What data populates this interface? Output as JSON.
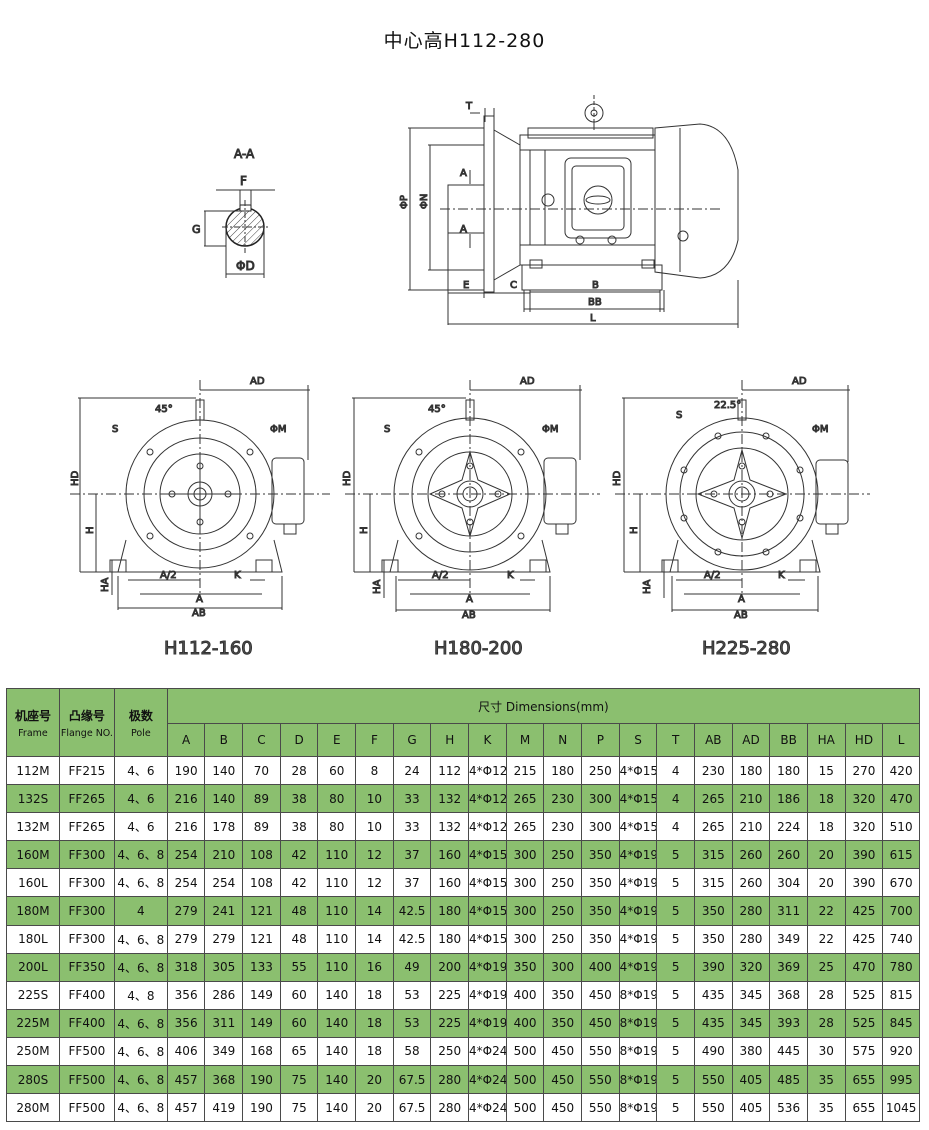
{
  "title": "中心高H112-280",
  "drawing_labels": {
    "section": "A-A",
    "f": "F",
    "g": "G",
    "d": "ΦD",
    "t": "T",
    "p": "ΦP",
    "n": "ΦN",
    "a": "A",
    "e": "E",
    "c": "C",
    "b": "B",
    "bb": "BB",
    "l": "L",
    "ad": "AD",
    "hd": "HD",
    "h": "H",
    "ha": "HA",
    "half_a": "A/2",
    "k": "K",
    "ab": "AB",
    "m": "ΦM",
    "s": "S",
    "angle45": "45°",
    "angle22": "22.5°"
  },
  "figures": [
    {
      "caption": "H112-160"
    },
    {
      "caption": "H180-200"
    },
    {
      "caption": "H225-280"
    }
  ],
  "table": {
    "header": {
      "frame_cn": "机座号",
      "frame_en": "Frame",
      "flange_cn": "凸缘号",
      "flange_en": "Flange NO.",
      "pole_cn": "极数",
      "pole_en": "Pole",
      "dimensions": "尺寸 Dimensions(mm)"
    },
    "columns": [
      "A",
      "B",
      "C",
      "D",
      "E",
      "F",
      "G",
      "H",
      "K",
      "M",
      "N",
      "P",
      "S",
      "T",
      "AB",
      "AD",
      "BB",
      "HA",
      "HD",
      "L"
    ],
    "rows": [
      [
        "112M",
        "FF215",
        "4、6",
        "190",
        "140",
        "70",
        "28",
        "60",
        "8",
        "24",
        "112",
        "4*Φ12",
        "215",
        "180",
        "250",
        "4*Φ15",
        "4",
        "230",
        "180",
        "180",
        "15",
        "270",
        "420"
      ],
      [
        "132S",
        "FF265",
        "4、6",
        "216",
        "140",
        "89",
        "38",
        "80",
        "10",
        "33",
        "132",
        "4*Φ12",
        "265",
        "230",
        "300",
        "4*Φ15",
        "4",
        "265",
        "210",
        "186",
        "18",
        "320",
        "470"
      ],
      [
        "132M",
        "FF265",
        "4、6",
        "216",
        "178",
        "89",
        "38",
        "80",
        "10",
        "33",
        "132",
        "4*Φ12",
        "265",
        "230",
        "300",
        "4*Φ15",
        "4",
        "265",
        "210",
        "224",
        "18",
        "320",
        "510"
      ],
      [
        "160M",
        "FF300",
        "4、6、8",
        "254",
        "210",
        "108",
        "42",
        "110",
        "12",
        "37",
        "160",
        "4*Φ15",
        "300",
        "250",
        "350",
        "4*Φ19",
        "5",
        "315",
        "260",
        "260",
        "20",
        "390",
        "615"
      ],
      [
        "160L",
        "FF300",
        "4、6、8",
        "254",
        "254",
        "108",
        "42",
        "110",
        "12",
        "37",
        "160",
        "4*Φ15",
        "300",
        "250",
        "350",
        "4*Φ19",
        "5",
        "315",
        "260",
        "304",
        "20",
        "390",
        "670"
      ],
      [
        "180M",
        "FF300",
        "4",
        "279",
        "241",
        "121",
        "48",
        "110",
        "14",
        "42.5",
        "180",
        "4*Φ15",
        "300",
        "250",
        "350",
        "4*Φ19",
        "5",
        "350",
        "280",
        "311",
        "22",
        "425",
        "700"
      ],
      [
        "180L",
        "FF300",
        "4、6、8",
        "279",
        "279",
        "121",
        "48",
        "110",
        "14",
        "42.5",
        "180",
        "4*Φ15",
        "300",
        "250",
        "350",
        "4*Φ19",
        "5",
        "350",
        "280",
        "349",
        "22",
        "425",
        "740"
      ],
      [
        "200L",
        "FF350",
        "4、6、8",
        "318",
        "305",
        "133",
        "55",
        "110",
        "16",
        "49",
        "200",
        "4*Φ19",
        "350",
        "300",
        "400",
        "4*Φ19",
        "5",
        "390",
        "320",
        "369",
        "25",
        "470",
        "780"
      ],
      [
        "225S",
        "FF400",
        "4、8",
        "356",
        "286",
        "149",
        "60",
        "140",
        "18",
        "53",
        "225",
        "4*Φ19",
        "400",
        "350",
        "450",
        "8*Φ19",
        "5",
        "435",
        "345",
        "368",
        "28",
        "525",
        "815"
      ],
      [
        "225M",
        "FF400",
        "4、6、8",
        "356",
        "311",
        "149",
        "60",
        "140",
        "18",
        "53",
        "225",
        "4*Φ19",
        "400",
        "350",
        "450",
        "8*Φ19",
        "5",
        "435",
        "345",
        "393",
        "28",
        "525",
        "845"
      ],
      [
        "250M",
        "FF500",
        "4、6、8",
        "406",
        "349",
        "168",
        "65",
        "140",
        "18",
        "58",
        "250",
        "4*Φ24",
        "500",
        "450",
        "550",
        "8*Φ19",
        "5",
        "490",
        "380",
        "445",
        "30",
        "575",
        "920"
      ],
      [
        "280S",
        "FF500",
        "4、6、8",
        "457",
        "368",
        "190",
        "75",
        "140",
        "20",
        "67.5",
        "280",
        "4*Φ24",
        "500",
        "450",
        "550",
        "8*Φ19",
        "5",
        "550",
        "405",
        "485",
        "35",
        "655",
        "995"
      ],
      [
        "280M",
        "FF500",
        "4、6、8",
        "457",
        "419",
        "190",
        "75",
        "140",
        "20",
        "67.5",
        "280",
        "4*Φ24",
        "500",
        "450",
        "550",
        "8*Φ19",
        "5",
        "550",
        "405",
        "536",
        "35",
        "655",
        "1045"
      ]
    ]
  }
}
